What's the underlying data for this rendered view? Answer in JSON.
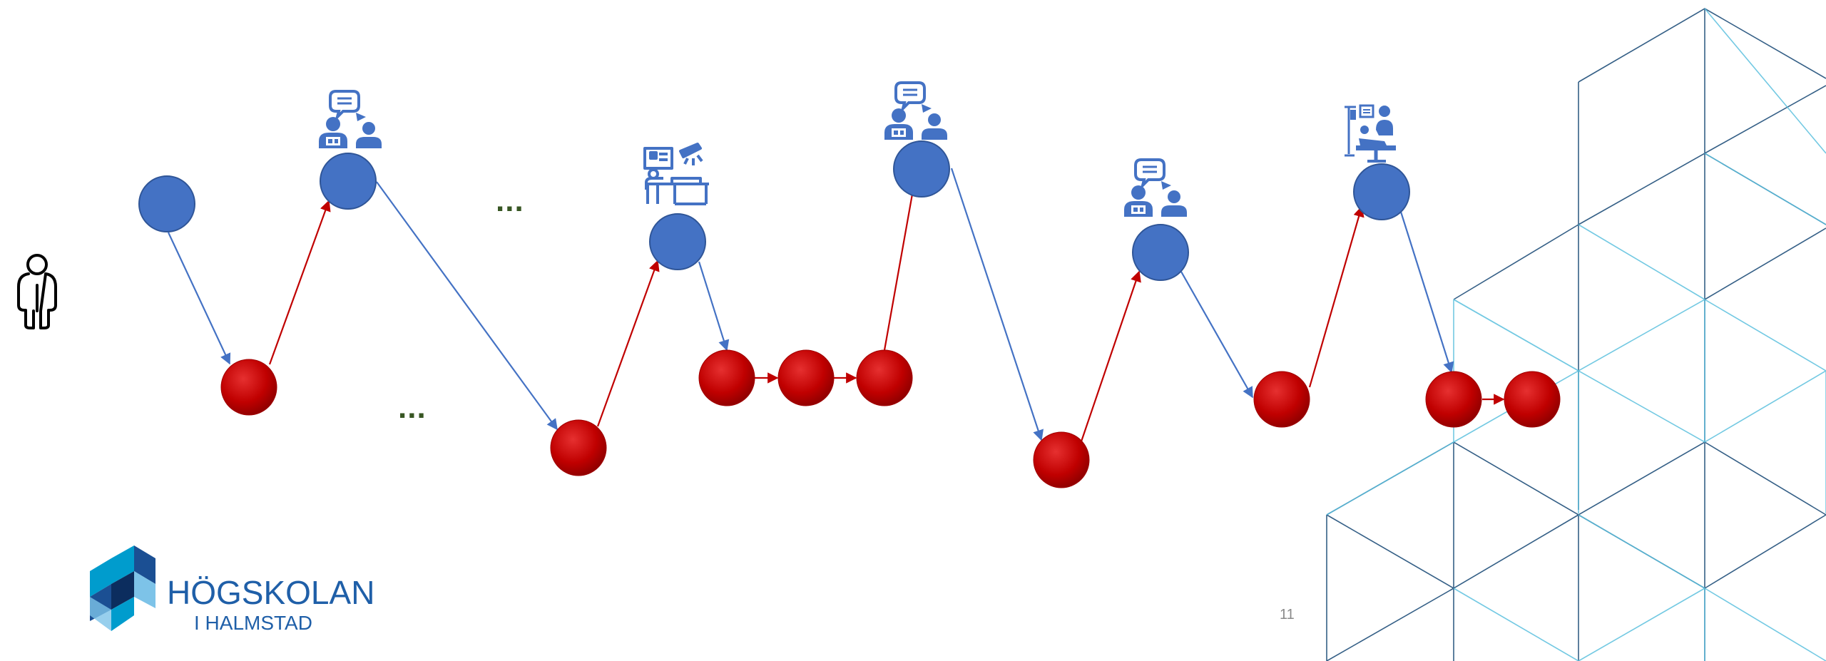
{
  "slide": {
    "number": "11",
    "ellipsis_1": "...",
    "ellipsis_2": "..."
  },
  "logo": {
    "line1": "HÖGSKOLAN",
    "line2": "I HALMSTAD"
  },
  "colors": {
    "blue_node": "#4472c4",
    "blue_node_stroke": "#2f5597",
    "red_node": "#c00000",
    "red_arrow": "#c00000",
    "blue_arrow": "#4472c4",
    "ellipsis": "#375623",
    "logo": "#1f5fa8",
    "pattern_dark": "#1f4e79",
    "pattern_light": "#5bc0de"
  },
  "icons": [
    "person-outline-icon",
    "doctor-consultation-icon",
    "operating-room-icon",
    "hospital-bed-icon"
  ]
}
